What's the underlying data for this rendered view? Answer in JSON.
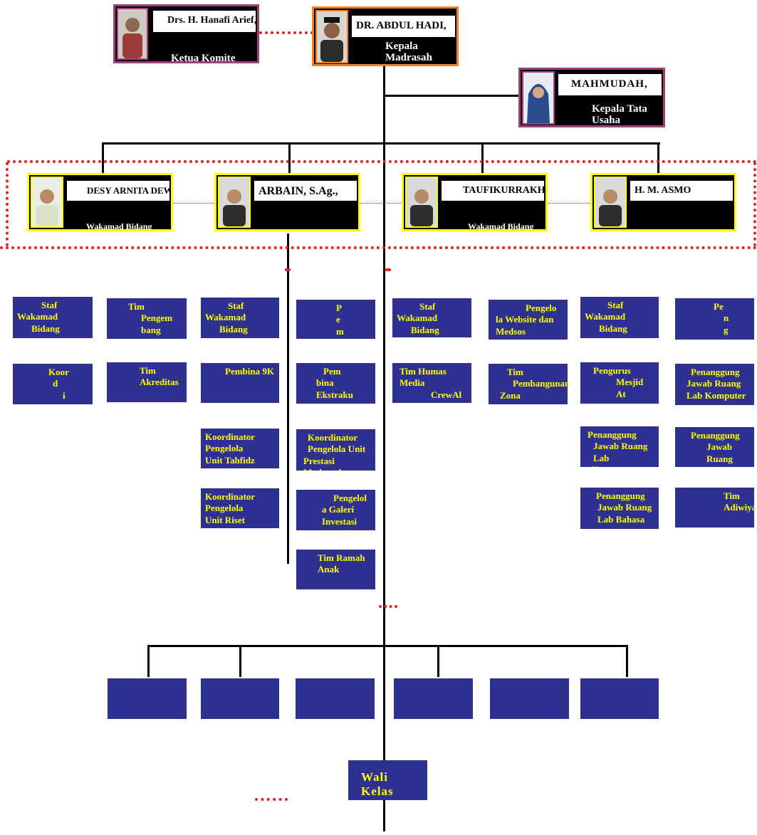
{
  "top": {
    "komite": {
      "name": "Drs. H. Hanafi Arief, SH,",
      "role": "Ketua Komite"
    },
    "kepala": {
      "name": "DR. ABDUL HADI,",
      "role": "Kepala Madrasah"
    },
    "tata_usaha": {
      "name": "MAHMUDAH,",
      "role": "Kepala Tata Usaha"
    }
  },
  "wakamad": [
    {
      "name": "DESY ARNITA DEWI",
      "role": "Wakamad Bidang"
    },
    {
      "name": "ARBAIN, S.Ag.,",
      "role": ""
    },
    {
      "name": "TAUFIKURRAKH",
      "role": "Wakamad Bidang"
    },
    {
      "name": "H. M. ASMO",
      "role": ""
    }
  ],
  "columns": [
    {
      "boxes": [
        "Staf\nWakamad\nBidang",
        "Koor\nd\ni"
      ]
    },
    {
      "boxes": [
        "Tim\nPengem\nbang",
        "Tim\nAkreditas"
      ]
    },
    {
      "boxes": [
        "Staf\nWakamad\nBidang",
        "Pembina 9K",
        "Koordinator\nPengelola\nUnit Tahfidz",
        "Koordinator\nPengelola\nUnit Riset"
      ]
    },
    {
      "boxes": [
        "P\ne\nm",
        "Pem\nbina\nEkstraku",
        "Koordinator\nPengelola Unit\nPrestasi Madrasah",
        "Pengelol\na Galeri\nInvestasi",
        "Tim Ramah\nAnak"
      ]
    },
    {
      "boxes": [
        "Staf\nWakamad\nBidang",
        "Tim Humas Media\nCrewAl\nKamal"
      ]
    },
    {
      "boxes": [
        "Pengelo\nla Website dan\nMedsos",
        "Tim\nPembangunan\nZona"
      ]
    },
    {
      "boxes": [
        "Staf\nWakamad\nBidang",
        "Pengurus\nMesjid\nAt",
        "Penanggung\nJawab Ruang Lab\nKomputer",
        "Penanggung\nJawab Ruang\nLab Bahasa"
      ]
    },
    {
      "boxes": [
        "Pe\nn\ng",
        "Penanggung\nJawab Ruang\nLab Komputer",
        "Penanggung\nJawab Ruang\nSeni",
        "Tim Adiwiyata"
      ]
    }
  ],
  "bottom_boxes": [
    "",
    "",
    "",
    "",
    "",
    ""
  ],
  "wali_kelas": "Wali\nKelas",
  "colors": {
    "box_blue": "#2e3192",
    "box_text": "#ffff00",
    "dash_red": "#e02020",
    "wakamad_border": "#ffff00",
    "kepala_border": "#f08020",
    "komite_border": "#a0407a"
  }
}
